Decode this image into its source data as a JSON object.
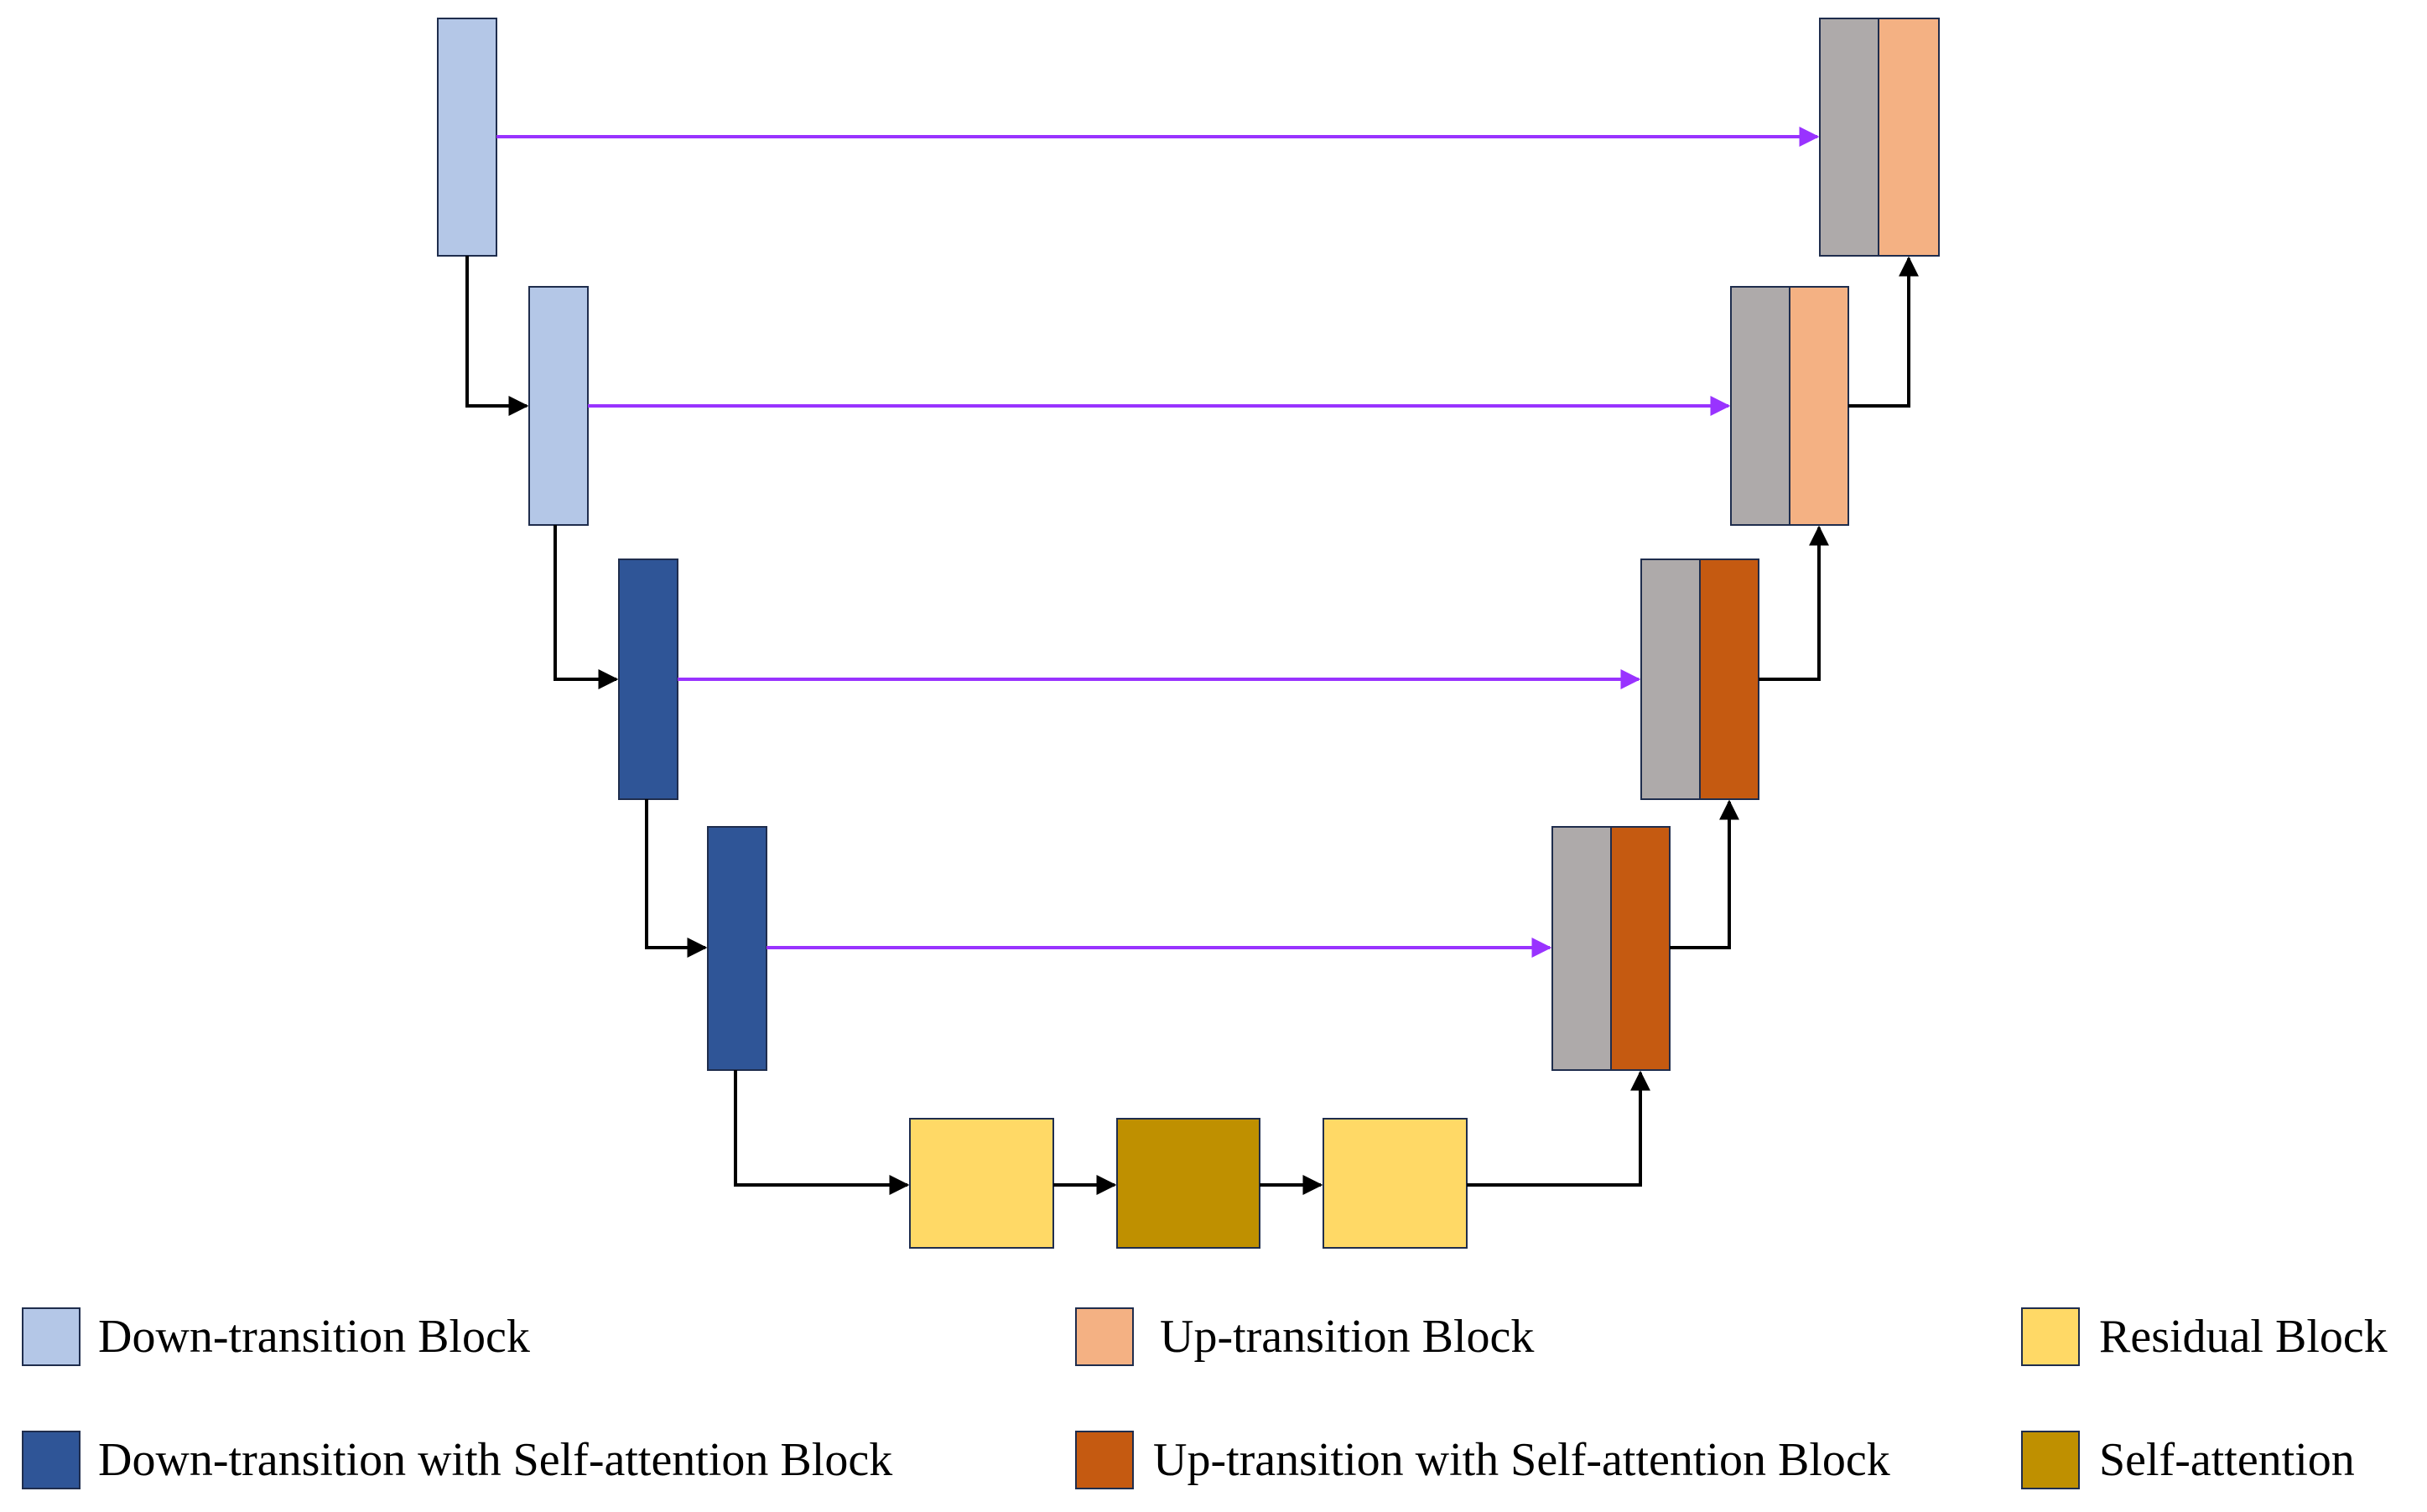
{
  "colors": {
    "down_transition": "#b4c7e7",
    "down_transition_sa": "#2f5597",
    "up_transition": "#f4b183",
    "up_transition_sa": "#c55a11",
    "residual": "#ffd966",
    "self_attention": "#bf9000",
    "concat": "#aeaaaa",
    "skip_arrow": "#9933ff",
    "flow_arrow": "#000000",
    "block_border": "#1f2d4d"
  },
  "legend": [
    {
      "id": "down",
      "label": "Down-transition Block",
      "color_key": "down_transition"
    },
    {
      "id": "up",
      "label": "Up-transition Block",
      "color_key": "up_transition"
    },
    {
      "id": "residual",
      "label": "Residual Block",
      "color_key": "residual"
    },
    {
      "id": "down-sa",
      "label": "Down-transition with Self-attention Block",
      "color_key": "down_transition_sa"
    },
    {
      "id": "up-sa",
      "label": "Up-transition with Self-attention Block",
      "color_key": "up_transition_sa"
    },
    {
      "id": "self-attention",
      "label": "Self-attention",
      "color_key": "self_attention"
    }
  ]
}
